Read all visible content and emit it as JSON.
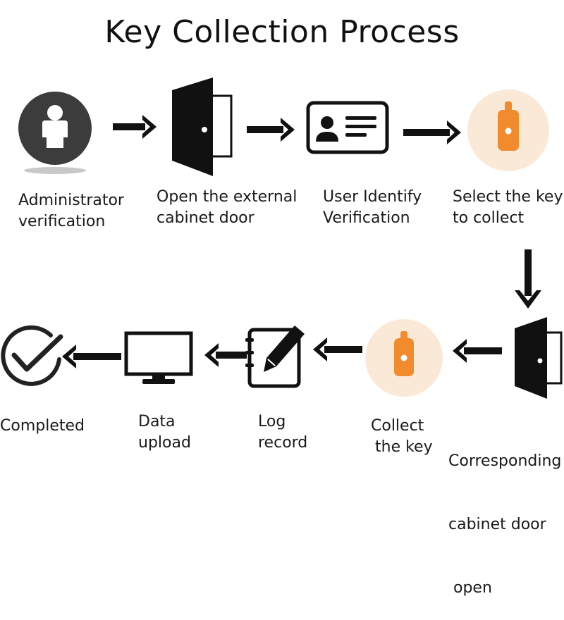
{
  "title": "Key Collection  Process",
  "colors": {
    "ink": "#111111",
    "accent": "#f28a2e",
    "accent_bg": "#fbe9d8",
    "avatar_bg": "#3c3c3c",
    "shadow": "#c8c8c8"
  },
  "steps": [
    {
      "icon": "admin-user-icon",
      "lines": [
        "Administrator",
        "verification"
      ]
    },
    {
      "icon": "open-door-icon",
      "lines": [
        "Open the external",
        "cabinet door"
      ]
    },
    {
      "icon": "id-card-icon",
      "lines": [
        "User Identify",
        "Verification"
      ]
    },
    {
      "icon": "key-tag-icon",
      "lines": [
        "Select the key",
        "to collect"
      ]
    },
    {
      "icon": "open-door-icon",
      "lines": [
        "Corresponding",
        "cabinet door",
        " open"
      ]
    },
    {
      "icon": "key-tag-icon",
      "lines": [
        "Collect",
        "the key"
      ]
    },
    {
      "icon": "notebook-pen-icon",
      "lines": [
        "Log",
        "record"
      ]
    },
    {
      "icon": "monitor-icon",
      "lines": [
        "Data",
        "upload"
      ]
    },
    {
      "icon": "check-circle-icon",
      "lines": [
        "Completed"
      ]
    }
  ]
}
